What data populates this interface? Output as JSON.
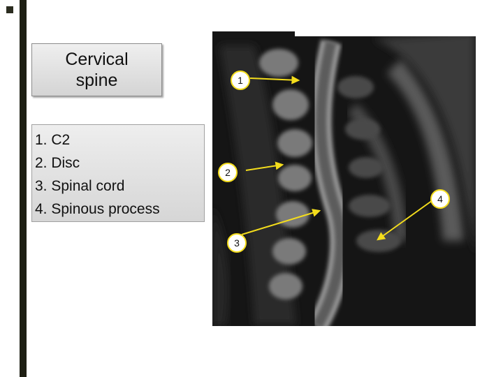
{
  "title": "Cervical\nspine",
  "legend": [
    {
      "label": "1. C2"
    },
    {
      "label": "2. Disc"
    },
    {
      "label": "3. Spinal cord"
    },
    {
      "label": "4. Spinous process"
    }
  ],
  "markers": [
    {
      "label": "1"
    },
    {
      "label": "2"
    },
    {
      "label": "3"
    },
    {
      "label": "4"
    }
  ],
  "image": {
    "subject": "sagittal MRI of the cervical spine"
  },
  "colors": {
    "arrow": "#f4dd1c",
    "side_bar": "#1e1f13",
    "box_border": "#8c8c8c"
  }
}
